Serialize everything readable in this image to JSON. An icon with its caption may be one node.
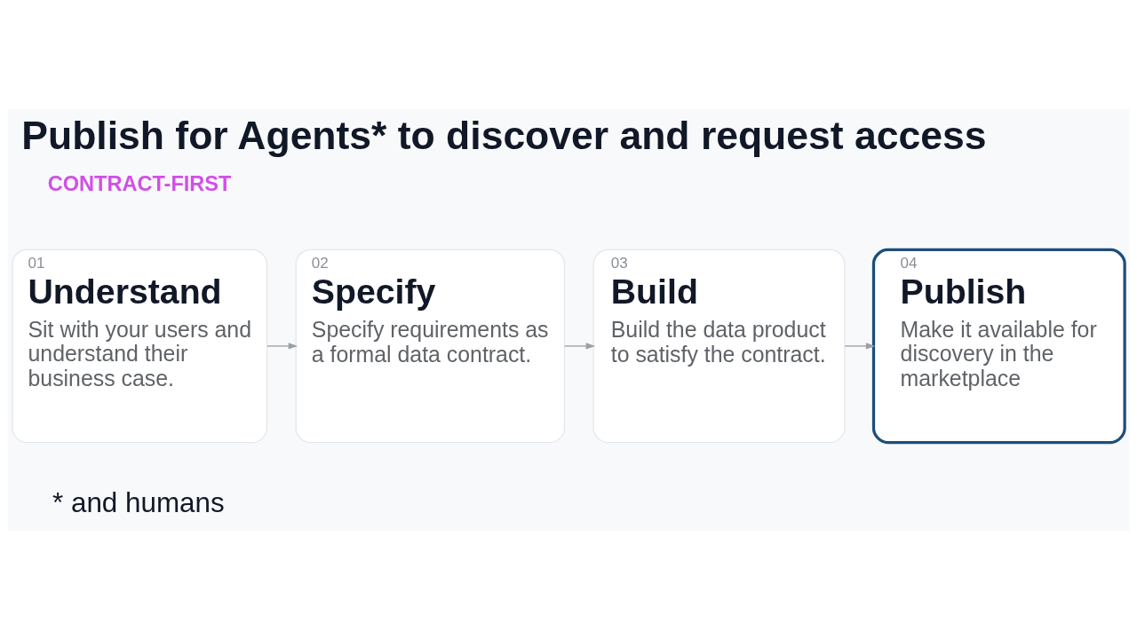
{
  "diagram": {
    "title": "Publish for Agents* to discover and request access",
    "nodes": [
      {
        "text": [
          "01",
          "Understand",
          "Sit with your users and understand their business case."
        ]
      },
      {
        "text": [
          "02",
          "Specify",
          "Specify requirements as a formal data contract."
        ]
      },
      {
        "text": [
          "03",
          "Build",
          "Build the data product to satisfy the contract."
        ]
      },
      {
        "text": [
          "04",
          "Publish",
          "Make it available for discovery in the marketplace"
        ]
      }
    ],
    "edges": [
      {
        "from": 0,
        "to": 1,
        "arrow": "to"
      },
      {
        "from": 1,
        "to": 2,
        "arrow": "to"
      },
      {
        "from": 2,
        "to": 3,
        "arrow": "to"
      }
    ],
    "labels": [
      "CONTRACT-FIRST",
      "* and humans"
    ]
  }
}
